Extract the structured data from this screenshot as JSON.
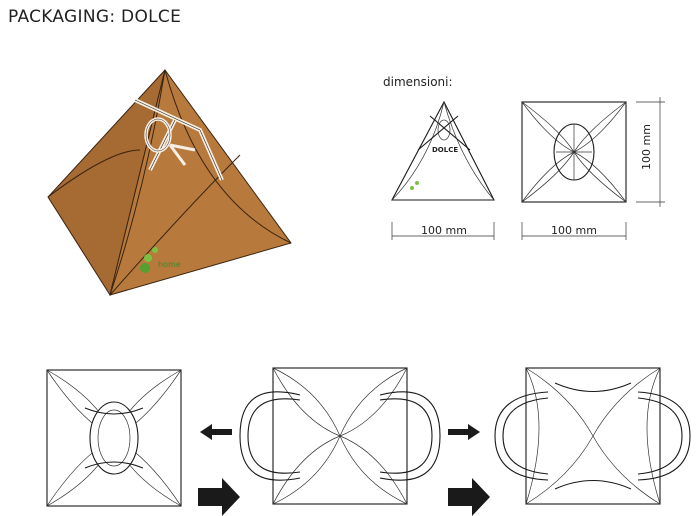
{
  "title": "PACKAGING: DOLCE",
  "dimensions_label": "dimensioni:",
  "width_front": "100 mm",
  "width_top": "100 mm",
  "height_side": "100 mm",
  "front_label": "DOLCE",
  "logo_text": "home"
}
